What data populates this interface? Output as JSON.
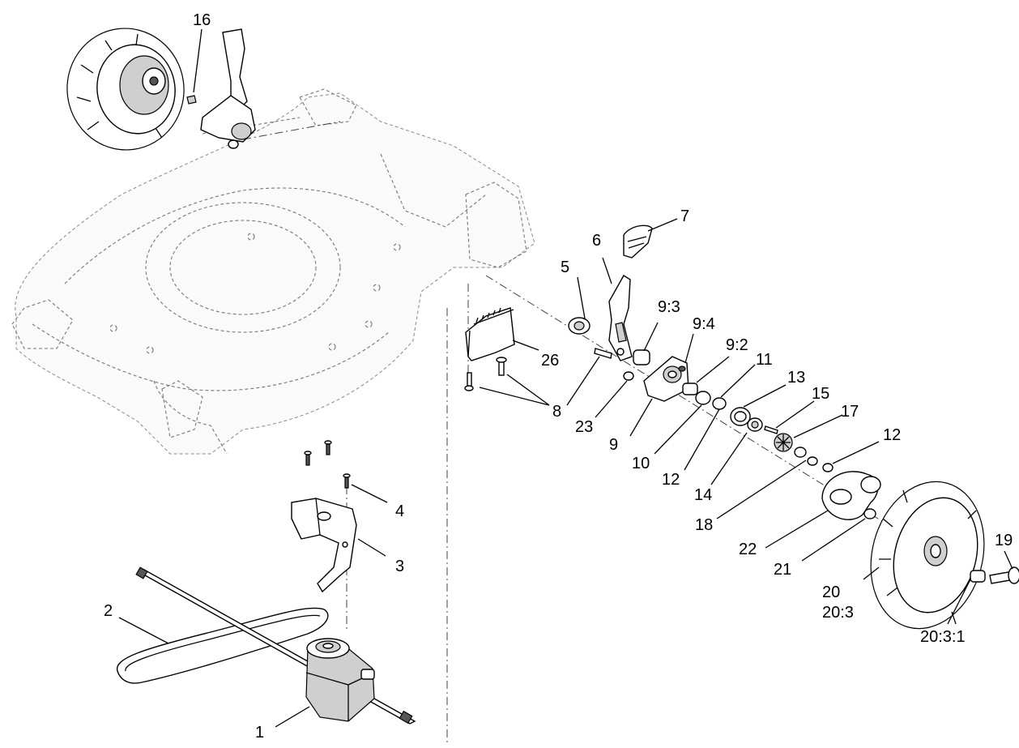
{
  "callouts": {
    "c1": "1",
    "c2": "2",
    "c3": "3",
    "c4": "4",
    "c5": "5",
    "c6": "6",
    "c7": "7",
    "c8": "8",
    "c9": "9",
    "c9_2": "9:2",
    "c9_3": "9:3",
    "c9_4": "9:4",
    "c10": "10",
    "c11": "11",
    "c12a": "12",
    "c12b": "12",
    "c13": "13",
    "c14": "14",
    "c15": "15",
    "c16": "16",
    "c17": "17",
    "c18": "18",
    "c19": "19",
    "c20": "20",
    "c20_3": "20:3",
    "c20_3_1": "20:3:1",
    "c21": "21",
    "c22": "22",
    "c23": "23",
    "c26": "26"
  }
}
